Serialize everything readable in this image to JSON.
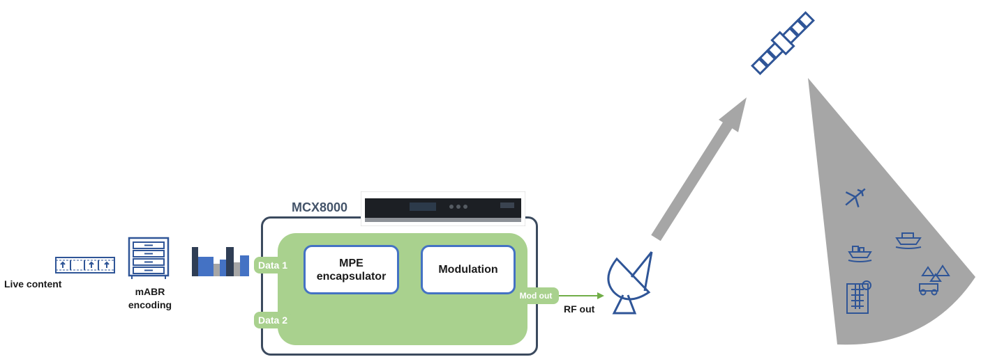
{
  "source": {
    "label": "Live content",
    "icon": "film-strip-icon"
  },
  "encoder": {
    "label_line1": "mABR",
    "label_line2": "encoding",
    "icon": "server-rack-icon"
  },
  "bitrates": {
    "icon": "bitrate-bars-icon"
  },
  "device": {
    "title": "MCX8000",
    "image": "rack-unit-image",
    "ports": {
      "in1": "Data 1",
      "in2": "Data 2",
      "out": "Mod out"
    },
    "blocks": {
      "mpe_line1": "MPE",
      "mpe_line2": "encapsulator",
      "modulation": "Modulation"
    }
  },
  "rf_out": "RF out",
  "uplink": {
    "dish_icon": "satellite-dish-icon",
    "satellite_icon": "satellite-icon"
  },
  "coverage": {
    "icons": [
      "airplane-icon",
      "ship-icon",
      "cargo-ship-icon",
      "building-icon",
      "vehicle-camp-icon"
    ]
  },
  "colors": {
    "green": "#a9d18e",
    "blue": "#4472c4",
    "navy": "#2f5597",
    "slate": "#44546a",
    "gray": "#a6a6a6"
  }
}
